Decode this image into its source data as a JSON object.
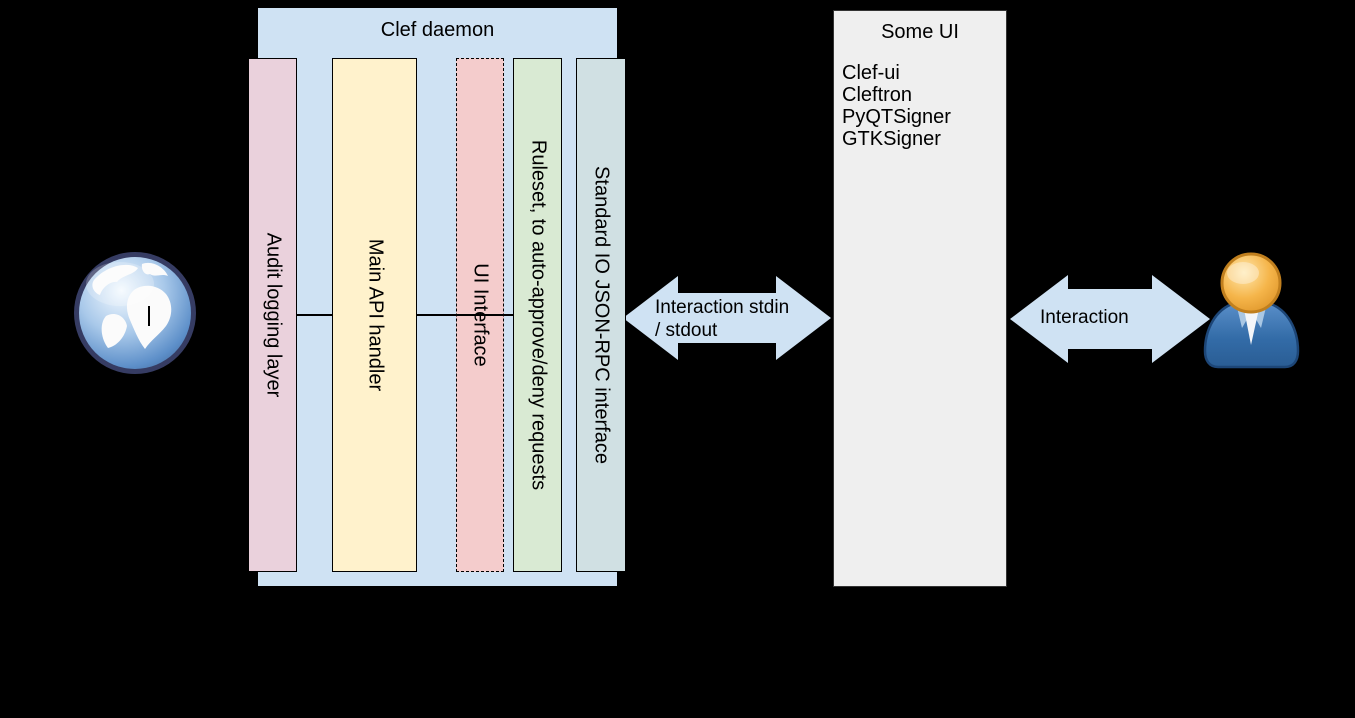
{
  "background_color": "#000000",
  "clef_daemon": {
    "title": "Clef daemon",
    "fill": "#cfe2f3",
    "bars": [
      {
        "label": "Audit logging layer",
        "fill": "#ead1dc",
        "border": "solid"
      },
      {
        "label": "Main API handler",
        "fill": "#fff2cc",
        "border": "solid"
      },
      {
        "label": "UI Interface",
        "fill": "#f4cccc",
        "border": "dashed"
      },
      {
        "label": "Ruleset, to auto-approve/deny requests",
        "fill": "#d9ead3",
        "border": "solid"
      },
      {
        "label": "Standard IO JSON-RPC interface",
        "fill": "#d0e0e3",
        "border": "solid"
      }
    ]
  },
  "some_ui": {
    "title": "Some UI",
    "fill": "#efefef",
    "items": [
      "Clef-ui",
      "Cleftron",
      "PyQTSigner",
      "GTKSigner"
    ]
  },
  "arrows": {
    "stdin_stdout": {
      "label": "Interaction stdin\n/ stdout",
      "fill": "#cfe2f3"
    },
    "user": {
      "label": "Interaction",
      "fill": "#cfe2f3"
    }
  },
  "icons": {
    "left": "globe-icon",
    "right": "person-icon"
  }
}
